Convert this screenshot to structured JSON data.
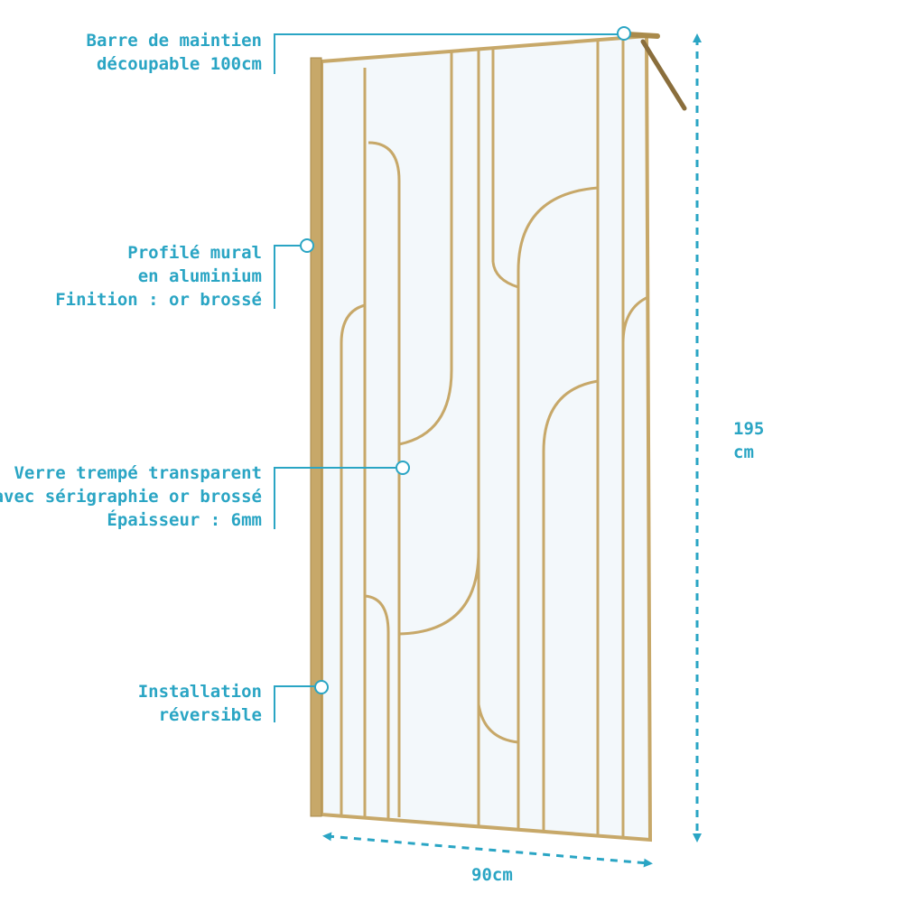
{
  "colors": {
    "accent": "#2aa5c4",
    "frame_gold": "#c7a869",
    "frame_gold_dark": "#a98a4b",
    "glass": "#f3f8fb",
    "stabilizer_bar": "#8a6e3c"
  },
  "annotations": [
    {
      "id": "stabilizer-bar",
      "lines": [
        "Barre de maintien",
        "découpable 100cm"
      ]
    },
    {
      "id": "wall-profile",
      "lines": [
        "Profilé mural",
        "en aluminium",
        "Finition : or brossé"
      ]
    },
    {
      "id": "tempered-glass",
      "lines": [
        "Verre trempé transparent",
        "avec sérigraphie or brossé",
        "Épaisseur : 6mm"
      ]
    },
    {
      "id": "reversible-install",
      "lines": [
        "Installation",
        "réversible"
      ]
    }
  ],
  "dimensions": {
    "width_label": "90cm",
    "height_label": [
      "195",
      "cm"
    ]
  }
}
